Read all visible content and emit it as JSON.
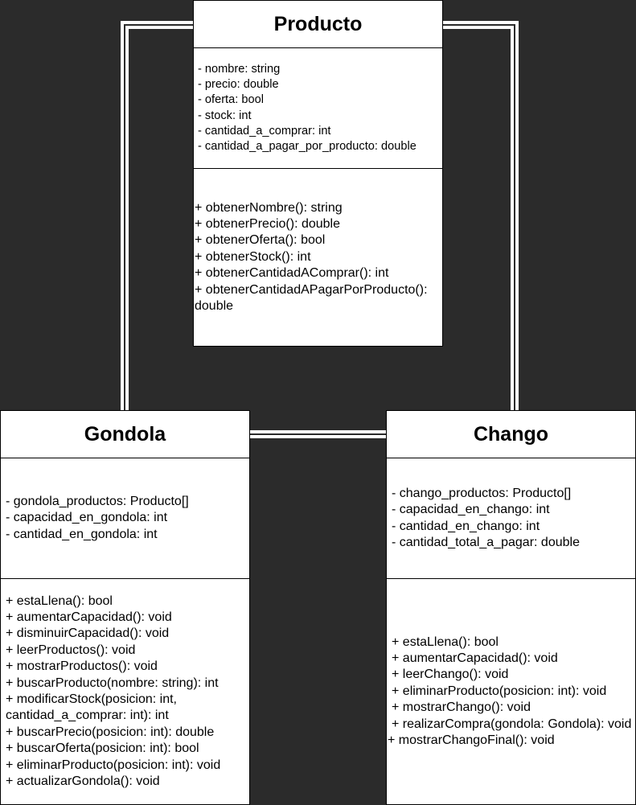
{
  "classes": {
    "producto": {
      "name": "Producto",
      "attributes": [
        "- nombre: string",
        "- precio: double",
        "- oferta: bool",
        "- stock: int",
        "- cantidad_a_comprar: int",
        "- cantidad_a_pagar_por_producto: double"
      ],
      "methods": [
        "+ obtenerNombre(): string",
        "+ obtenerPrecio(): double",
        "+ obtenerOferta(): bool",
        "+ obtenerStock(): int",
        "+ obtenerCantidadAComprar(): int",
        "+ obtenerCantidadAPagarPorProducto(): double"
      ]
    },
    "gondola": {
      "name": "Gondola",
      "attributes": [
        "- gondola_productos: Producto[]",
        "- capacidad_en_gondola: int",
        "- cantidad_en_gondola: int"
      ],
      "methods": [
        "+ estaLlena(): bool",
        "+ aumentarCapacidad(): void",
        "+ disminuirCapacidad(): void",
        "+ leerProductos(): void",
        "+ mostrarProductos(): void",
        "+ buscarProducto(nombre: string): int",
        "+ modificarStock(posicion: int, cantidad_a_comprar: int): int",
        "+ buscarPrecio(posicion: int): double",
        "+ buscarOferta(posicion: int): bool",
        "+ eliminarProducto(posicion: int): void",
        "+ actualizarGondola(): void"
      ]
    },
    "chango": {
      "name": "Chango",
      "attributes": [
        "- chango_productos: Producto[]",
        "- capacidad_en_chango: int",
        "- cantidad_en_chango: int",
        "- cantidad_total_a_pagar: double"
      ],
      "methods": [
        "+ estaLlena(): bool",
        "+ aumentarCapacidad(): void",
        "+ leerChango(): void",
        "+ eliminarProducto(posicion: int): void",
        "+ mostrarChango(): void",
        "+ realizarCompra(gondola: Gondola): void",
        "+ mostrarChangoFinal(): void"
      ]
    }
  },
  "colors": {
    "background": "#2b2b2b",
    "connector": "#ffffff",
    "box_fill": "#ffffff",
    "box_border": "#000000"
  }
}
